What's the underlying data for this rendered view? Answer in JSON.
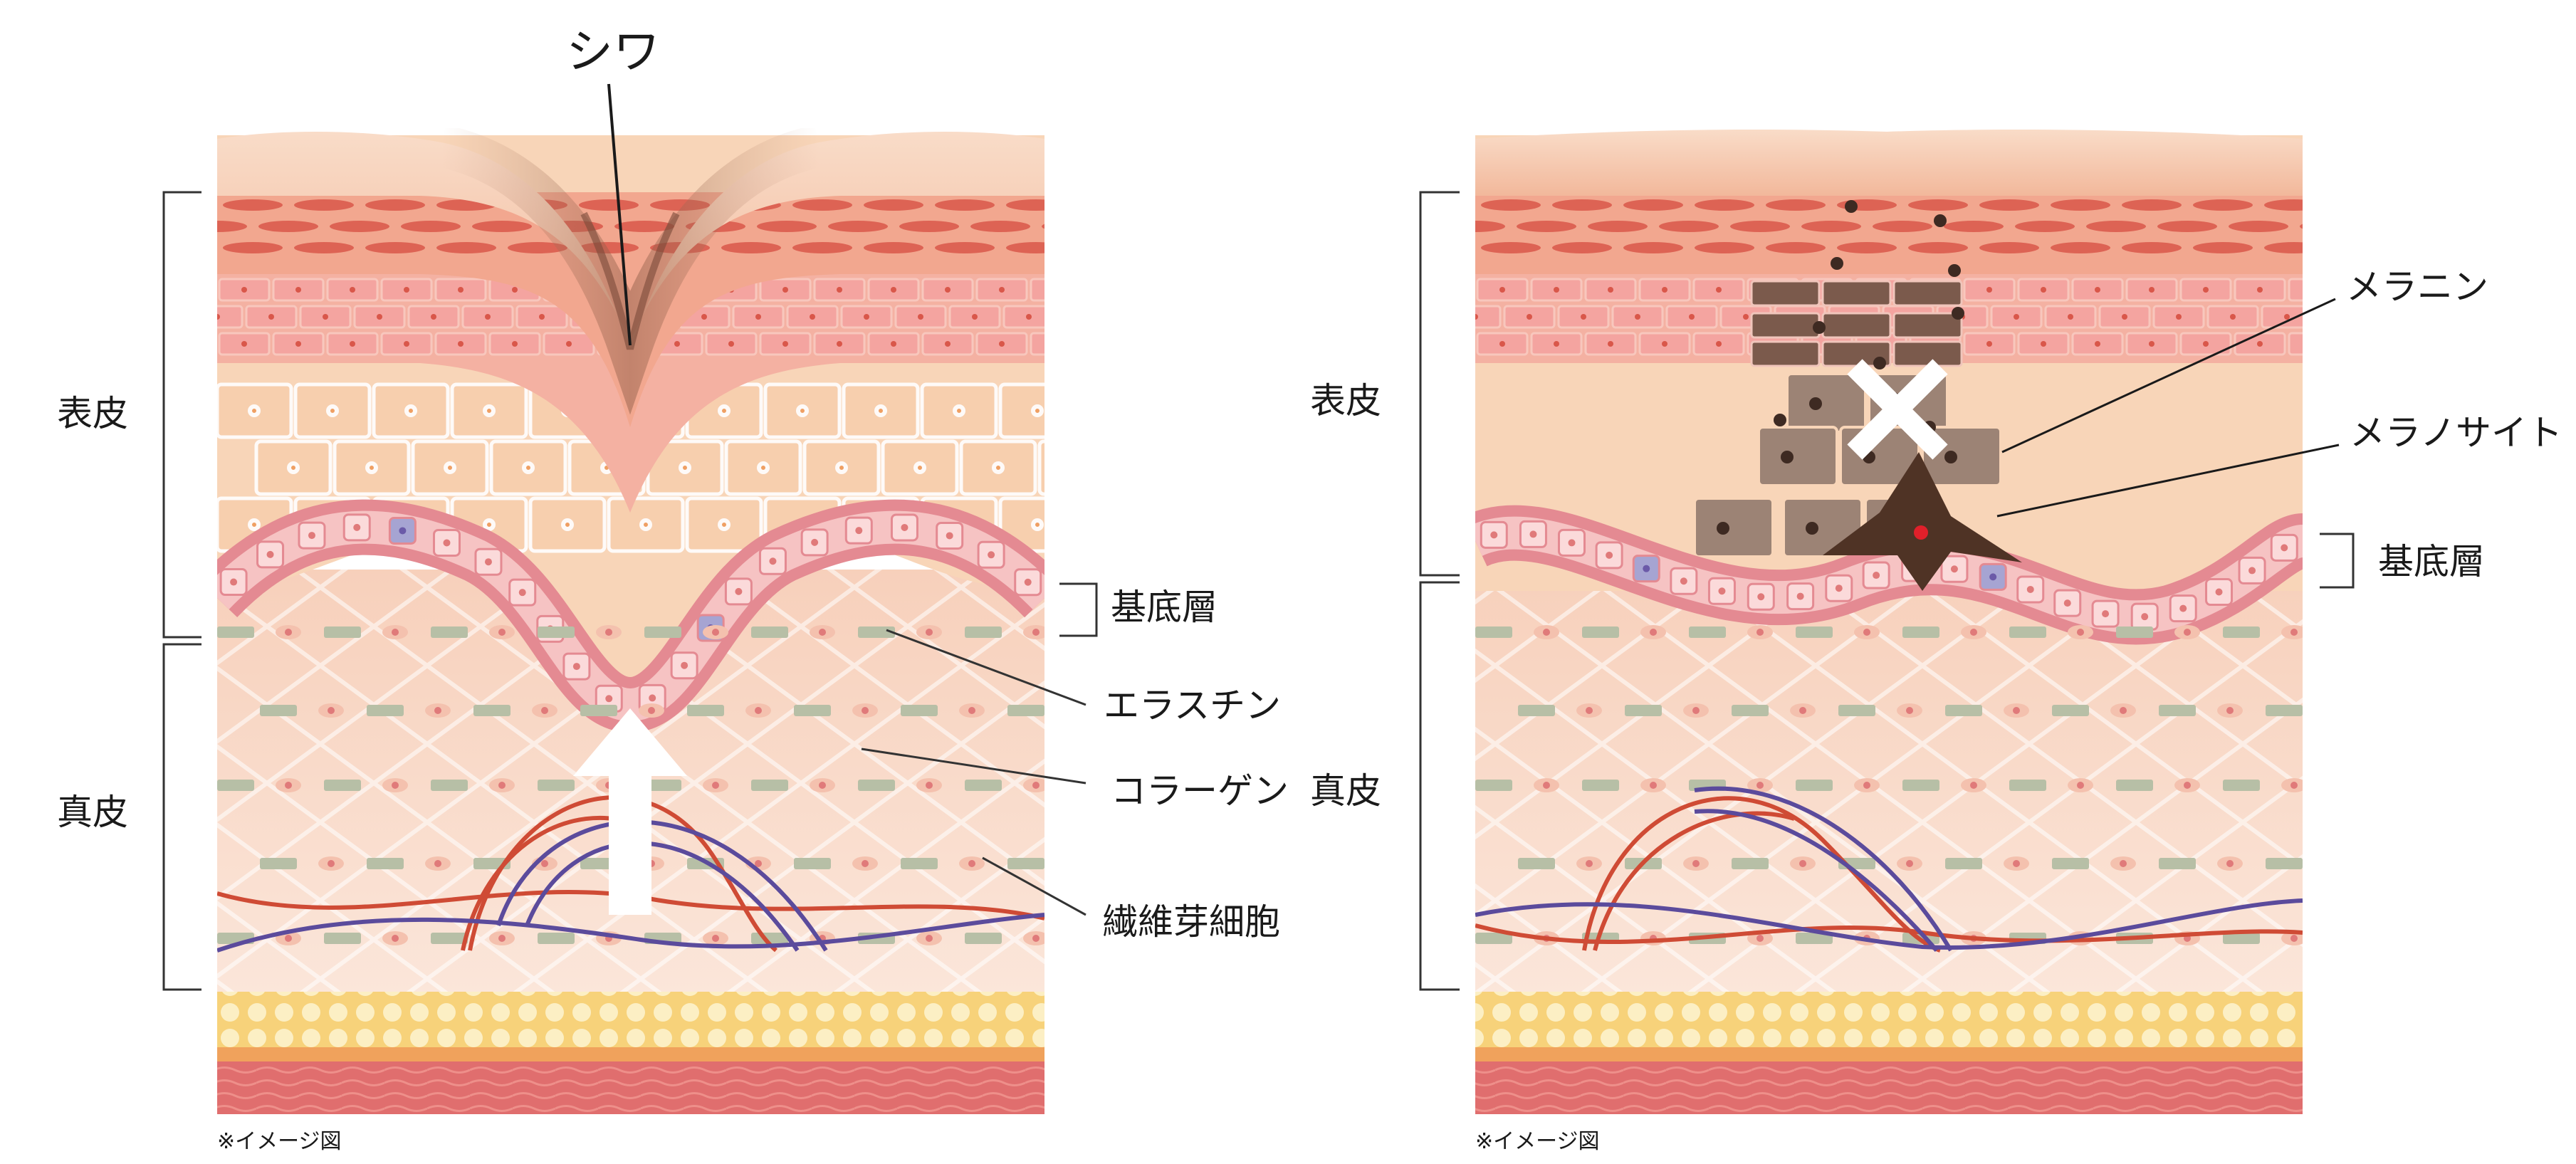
{
  "left_panel": {
    "wrinkle_label": "シワ",
    "epidermis_label": "表皮",
    "dermis_label": "真皮",
    "basal_layer_label": "基底層",
    "elastin_label": "エラスチン",
    "collagen_label": "コラーゲン",
    "fibroblast_label": "繊維芽細胞",
    "note": "※イメージ図"
  },
  "right_panel": {
    "epidermis_label": "表皮",
    "dermis_label": "真皮",
    "melanin_label": "メラニン",
    "melanocyte_label": "メラノサイト",
    "basal_layer_label": "基底層",
    "note": "※イメージ図"
  },
  "colors": {
    "skin_top": "#f4c2a8",
    "horny_layer": "#e9806a",
    "granular_layer": "#f2a99c",
    "spinous_layer": "#f8d3b3",
    "basal_layer": "#e68c94",
    "dermis": "#fbe3d5",
    "fat_layer": "#f9d97c",
    "muscle": "#e47676",
    "collagen_fiber": "#cf4b35",
    "elastin_fiber": "#5b4b9c",
    "melanin": "#3e2a22",
    "melanocyte": "#4f3325",
    "arrow": "#ffffff"
  }
}
